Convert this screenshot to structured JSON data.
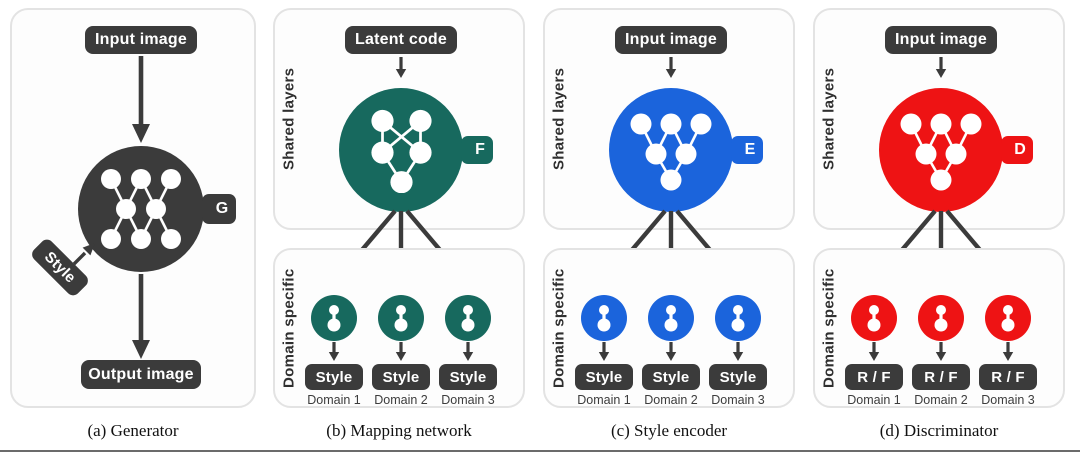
{
  "colors": {
    "dark": "#3b3b3b",
    "teal": "#17695e",
    "blue": "#1b64dc",
    "red": "#ee1314",
    "box_bg": "#fdfdfd",
    "box_border": "#e3e3e3",
    "label": "#2f2f2f",
    "domain_text": "#3c3c3c"
  },
  "panels": [
    {
      "id": "generator",
      "caption": "(a) Generator",
      "top_pill": "Input image",
      "unit_letter": "G",
      "style_pill": "Style",
      "output_pill": "Output image"
    },
    {
      "id": "mapping-network",
      "caption": "(b) Mapping network",
      "top_pill": "Latent code",
      "unit_letter": "F",
      "shared_label": "Shared layers",
      "domain_label": "Domain specific",
      "branches": [
        {
          "output": "Style",
          "domain": "Domain 1"
        },
        {
          "output": "Style",
          "domain": "Domain 2"
        },
        {
          "output": "Style",
          "domain": "Domain 3"
        }
      ]
    },
    {
      "id": "style-encoder",
      "caption": "(c) Style encoder",
      "top_pill": "Input image",
      "unit_letter": "E",
      "shared_label": "Shared layers",
      "domain_label": "Domain specific",
      "branches": [
        {
          "output": "Style",
          "domain": "Domain 1"
        },
        {
          "output": "Style",
          "domain": "Domain 2"
        },
        {
          "output": "Style",
          "domain": "Domain 3"
        }
      ]
    },
    {
      "id": "discriminator",
      "caption": "(d) Discriminator",
      "top_pill": "Input image",
      "unit_letter": "D",
      "shared_label": "Shared layers",
      "domain_label": "Domain specific",
      "branches": [
        {
          "output": "R / F",
          "domain": "Domain 1"
        },
        {
          "output": "R / F",
          "domain": "Domain 2"
        },
        {
          "output": "R / F",
          "domain": "Domain 3"
        }
      ]
    }
  ]
}
